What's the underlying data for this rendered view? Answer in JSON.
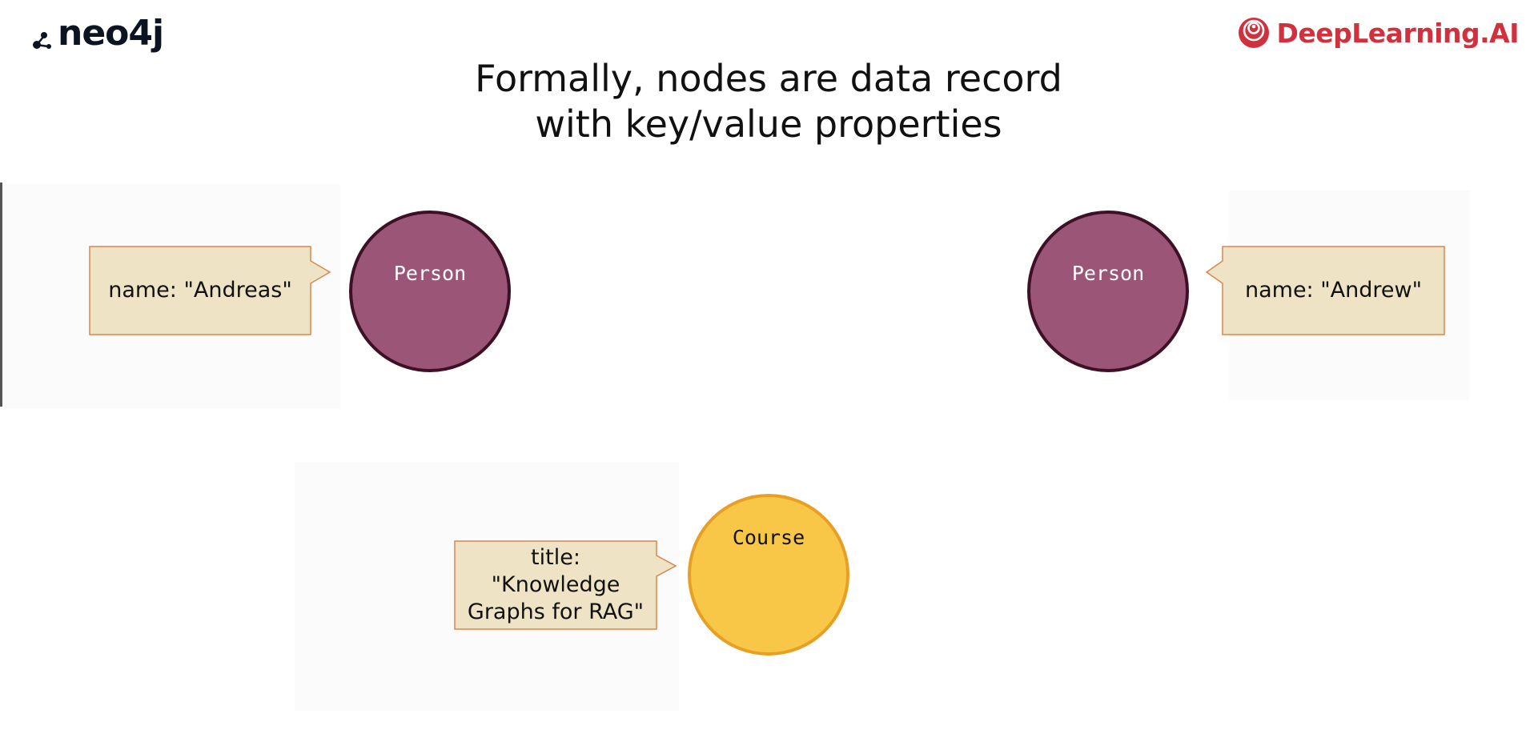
{
  "header": {
    "brand_left": "neo4j",
    "brand_right": "DeepLearning.AI",
    "brand_left_icon": "neo4j-graph-icon",
    "brand_right_icon": "deeplearning-ai-icon"
  },
  "title": {
    "line1": "Formally, nodes are data record",
    "line2": "with key/value properties"
  },
  "colors": {
    "person_fill": "#9b5576",
    "person_stroke": "#3d1026",
    "course_fill": "#f8c748",
    "course_stroke": "#e7a024",
    "callout_fill": "#efe3c6",
    "callout_stroke": "#d58850",
    "brand_red": "#d1303d"
  },
  "nodes": [
    {
      "id": "person_andreas",
      "label": "Person",
      "property": "name: \"Andreas\""
    },
    {
      "id": "person_andrew",
      "label": "Person",
      "property": "name: \"Andrew\""
    },
    {
      "id": "course_rag",
      "label": "Course",
      "property": "title:\n\"Knowledge\nGraphs for RAG\""
    }
  ]
}
